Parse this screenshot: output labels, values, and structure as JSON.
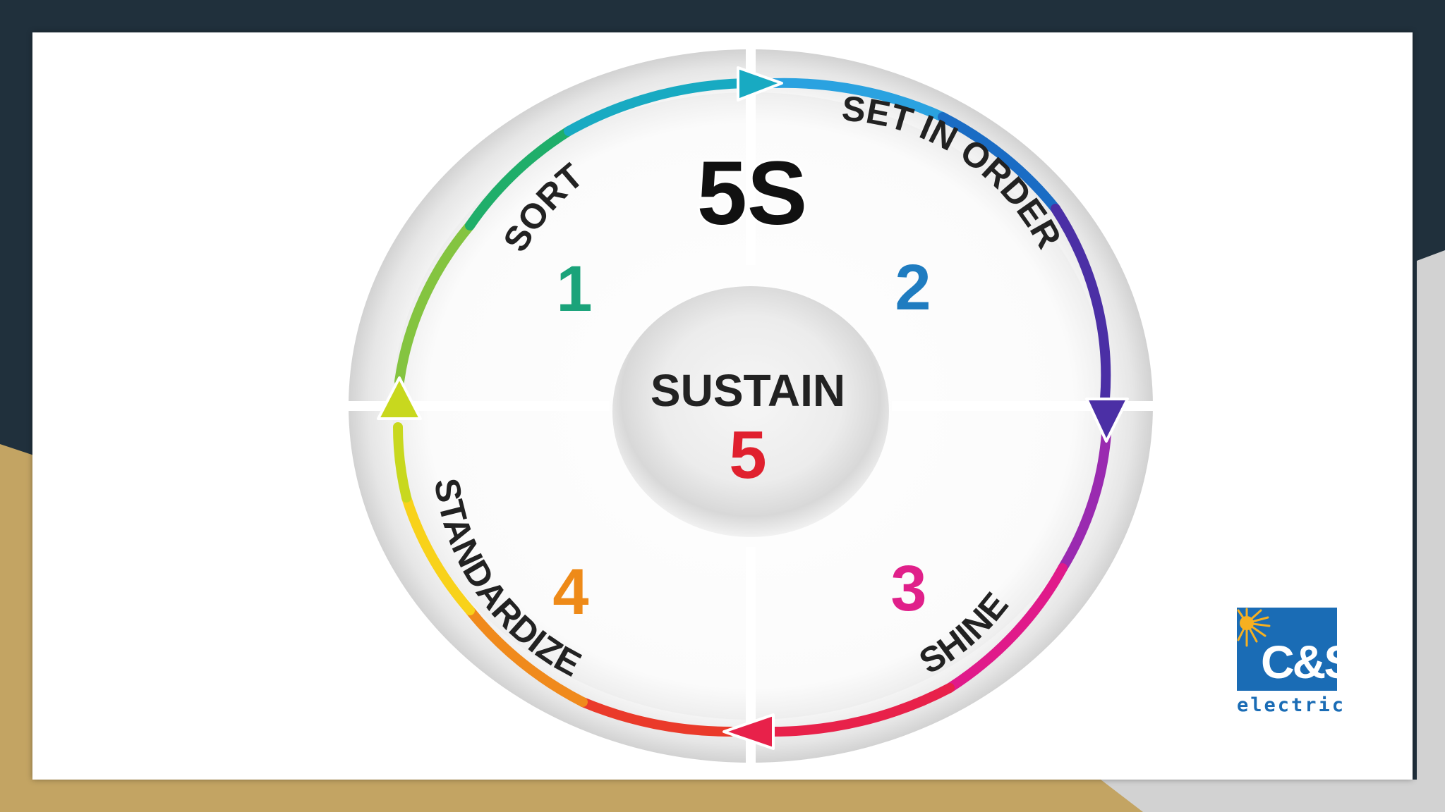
{
  "diagram": {
    "title": "5S",
    "center": {
      "label": "SUSTAIN",
      "number": "5",
      "color": "#e0202e"
    },
    "steps": [
      {
        "number": "1",
        "label": "SORT",
        "number_color": "#1aa37a"
      },
      {
        "number": "2",
        "label": "SET IN ORDER",
        "number_color": "#1f7cc0"
      },
      {
        "number": "3",
        "label": "SHINE",
        "number_color": "#e0208a"
      },
      {
        "number": "4",
        "label": "STANDARDIZE",
        "number_color": "#ee8a18"
      }
    ]
  },
  "logo": {
    "mark": "C&S",
    "subtitle": "electric",
    "color": "#1a6cb5"
  }
}
